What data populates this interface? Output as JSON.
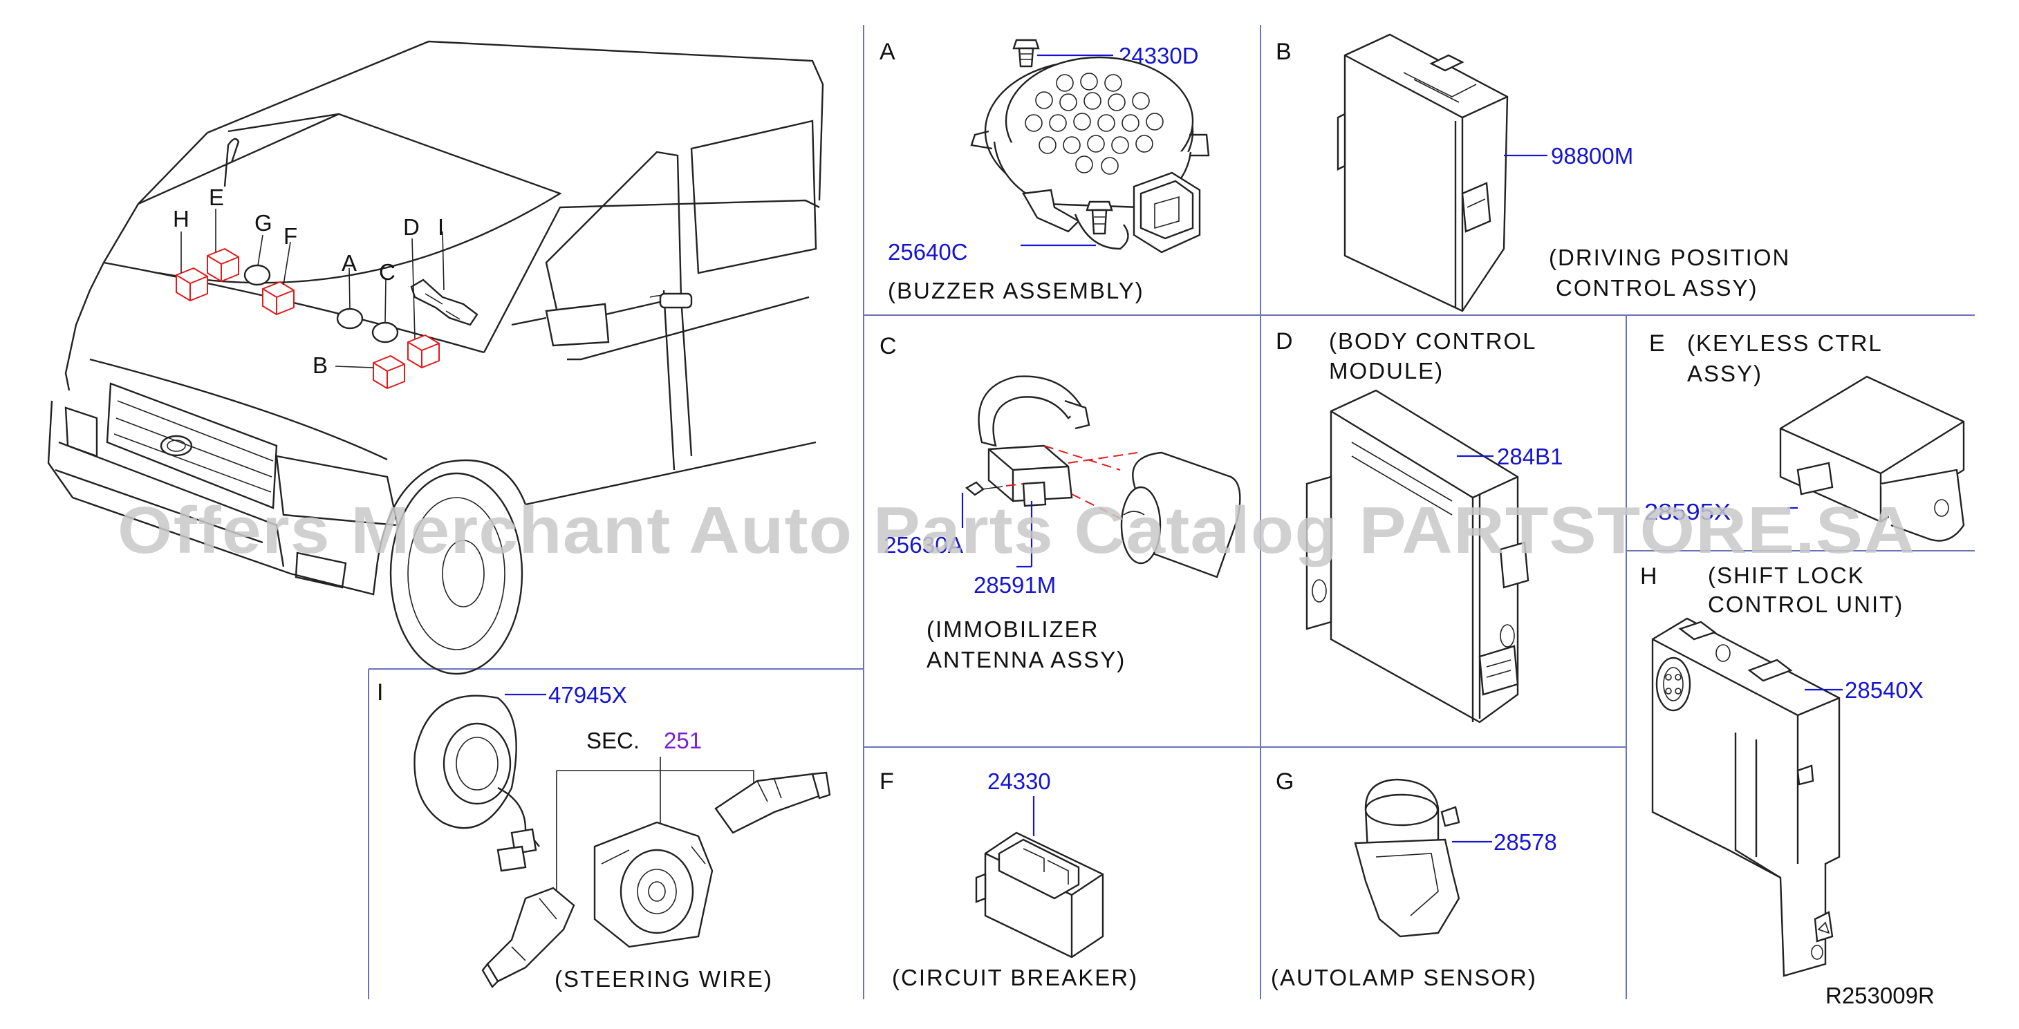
{
  "sections": {
    "A": {
      "letter": "A",
      "desc_lines": [
        "(BUZZER  ASSEMBLY)"
      ],
      "parts": [
        "24330D",
        "25640C"
      ]
    },
    "B": {
      "letter": "B",
      "desc_lines": [
        "(DRIVING  POSITION",
        "CONTROL  ASSY)"
      ],
      "parts": [
        "98800M"
      ]
    },
    "C": {
      "letter": "C",
      "desc_lines": [
        "(IMMOBILIZER",
        "ANTENNA  ASSY)"
      ],
      "parts": [
        "25630A",
        "28591M"
      ],
      "parts_partial": [
        "25630A"
      ]
    },
    "D": {
      "letter": "D",
      "desc_lines": [
        "(BODY  CONTROL",
        "MODULE)"
      ],
      "parts": [
        "284B1"
      ]
    },
    "E": {
      "letter": "E",
      "desc_lines": [
        "(KEYLESS  CTRL",
        "ASSY)"
      ],
      "parts": [
        "28595X"
      ],
      "parts_partial": [
        "28595X"
      ]
    },
    "F": {
      "letter": "F",
      "desc_lines": [
        "(CIRCUIT  BREAKER)"
      ],
      "parts": [
        "24330"
      ]
    },
    "G": {
      "letter": "G",
      "desc_lines": [
        "(AUTOLAMP  SENSOR)"
      ],
      "parts": [
        "28578"
      ]
    },
    "H": {
      "letter": "H",
      "desc_lines": [
        "(SHIFT  LOCK",
        "CONTROL  UNIT)"
      ],
      "parts": [
        "28540X"
      ]
    },
    "I": {
      "letter": "I",
      "desc_lines": [
        "(STEERING  WIRE)"
      ],
      "parts": [
        "47945X"
      ],
      "sec_label": "SEC.",
      "sec_number": "251"
    }
  },
  "vehicle_callouts": [
    "H",
    "E",
    "G",
    "F",
    "A",
    "C",
    "D",
    "I",
    "B"
  ],
  "diagram_ref": "R253009R",
  "watermark": "Offers Merchant Auto Parts Catalog PARTSTORE.SA",
  "colors": {
    "part_number": "#1414d2",
    "section_link": "#7a1fd6",
    "callout_box": "#e21a1a",
    "grid_line": "#6a72b8"
  }
}
